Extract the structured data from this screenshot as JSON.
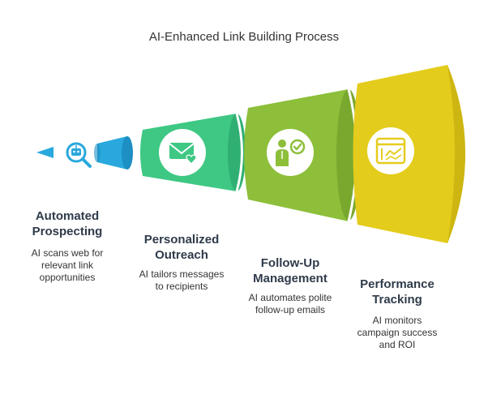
{
  "title": "AI-Enhanced Link Building Process",
  "stages": [
    {
      "heading": [
        "Automated",
        "Prospecting"
      ],
      "description": [
        "AI scans web for",
        "relevant link",
        "opportunities"
      ],
      "color": "#29a8dd",
      "icon": "robot-search-icon"
    },
    {
      "heading": [
        "Personalized",
        "Outreach"
      ],
      "description": [
        "AI tailors messages",
        "to recipients"
      ],
      "color": "#3ec883",
      "icon": "mail-heart-icon"
    },
    {
      "heading": [
        "Follow-Up",
        "Management"
      ],
      "description": [
        "AI automates polite",
        "follow-up emails"
      ],
      "color": "#8dbf3a",
      "icon": "person-check-icon"
    },
    {
      "heading": [
        "Performance",
        "Tracking"
      ],
      "description": [
        "AI monitors",
        "campaign success",
        "and ROI"
      ],
      "color": "#e4cc1c",
      "icon": "analytics-window-icon"
    }
  ]
}
